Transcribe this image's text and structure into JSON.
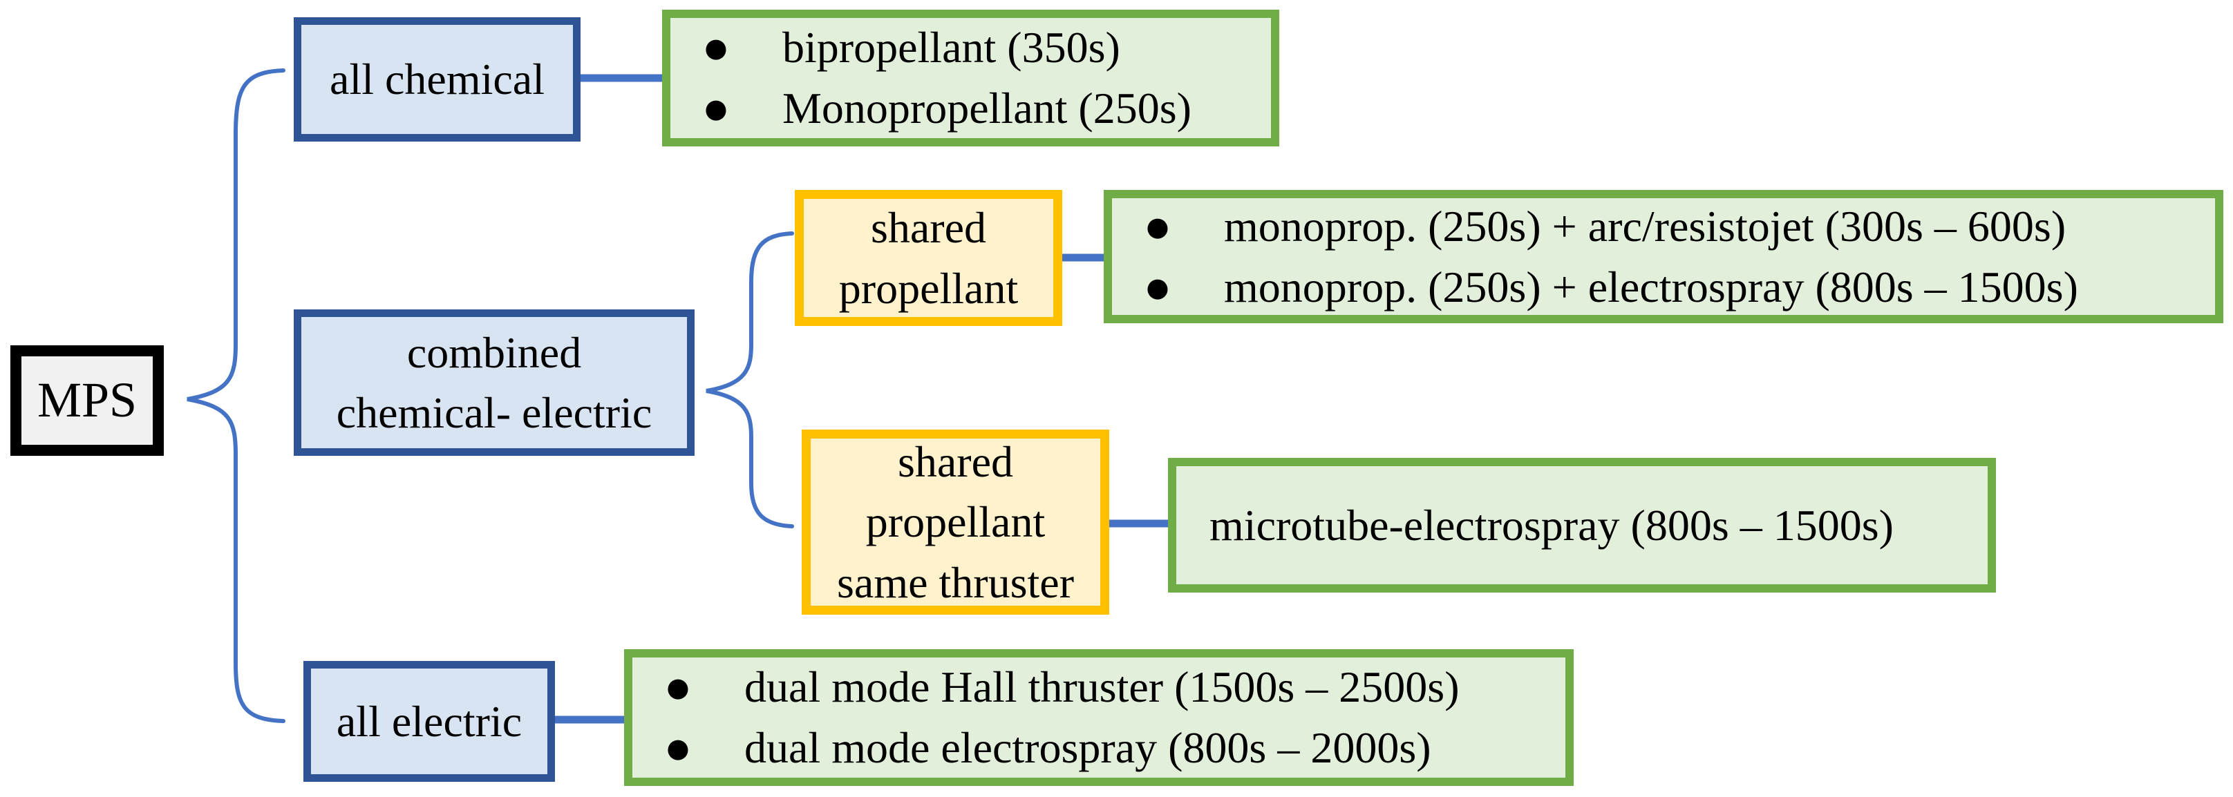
{
  "glyphs": {
    "bullet": "●"
  },
  "colors": {
    "connector_blue": "#4472C4",
    "node_blue_border": "#2F5496",
    "node_blue_fill": "#D9E4F2",
    "node_yellow_border": "#FFC000",
    "node_yellow_fill": "#FFF2CC",
    "leaf_green_border": "#70AD47",
    "leaf_green_fill": "#E2EFDA",
    "root_border": "#000000",
    "root_fill": "#F1F1F1",
    "text": "#000000"
  },
  "root": {
    "label": "MPS"
  },
  "branches": [
    {
      "id": "all-chemical",
      "lines": [
        "all chemical"
      ],
      "items": [
        {
          "bullet": true,
          "text": "bipropellant (350s)"
        },
        {
          "bullet": true,
          "text": "Monopropellant (250s)"
        }
      ]
    },
    {
      "id": "combined-chemical-electric",
      "lines": [
        "combined",
        "chemical- electric"
      ],
      "children": [
        {
          "id": "shared-propellant",
          "lines": [
            "shared",
            "propellant"
          ],
          "items": [
            {
              "bullet": true,
              "text": "monoprop. (250s) + arc/resistojet (300s – 600s)"
            },
            {
              "bullet": true,
              "text": "monoprop. (250s) + electrospray (800s – 1500s)"
            }
          ]
        },
        {
          "id": "shared-propellant-same-thruster",
          "lines": [
            "shared",
            "propellant",
            "same thruster"
          ],
          "items": [
            {
              "bullet": false,
              "text": "microtube-electrospray (800s – 1500s)"
            }
          ]
        }
      ]
    },
    {
      "id": "all-electric",
      "lines": [
        "all electric"
      ],
      "items": [
        {
          "bullet": true,
          "text": "dual mode Hall thruster (1500s – 2500s)"
        },
        {
          "bullet": true,
          "text": "dual mode electrospray (800s – 2000s)"
        }
      ]
    }
  ]
}
